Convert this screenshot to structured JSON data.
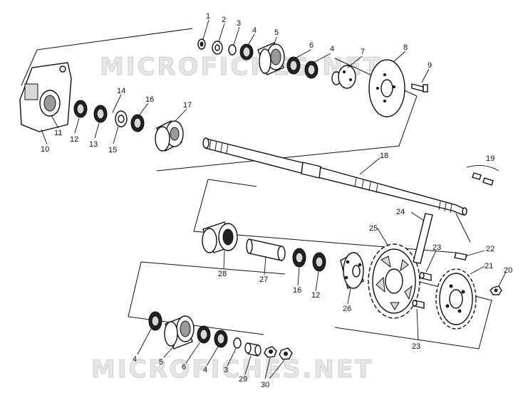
{
  "watermark_text": "MICROFICHES.NET",
  "part_numbers": [
    "1",
    "2",
    "3",
    "4",
    "5",
    "6",
    "4",
    "7",
    "8",
    "9",
    "14",
    "16",
    "17",
    "11",
    "12",
    "13",
    "15",
    "10",
    "18",
    "19",
    "24",
    "25",
    "23",
    "22",
    "21",
    "20",
    "28",
    "27",
    "16",
    "12",
    "26",
    "23",
    "4",
    "5",
    "6",
    "4",
    "3",
    "29",
    "30"
  ]
}
